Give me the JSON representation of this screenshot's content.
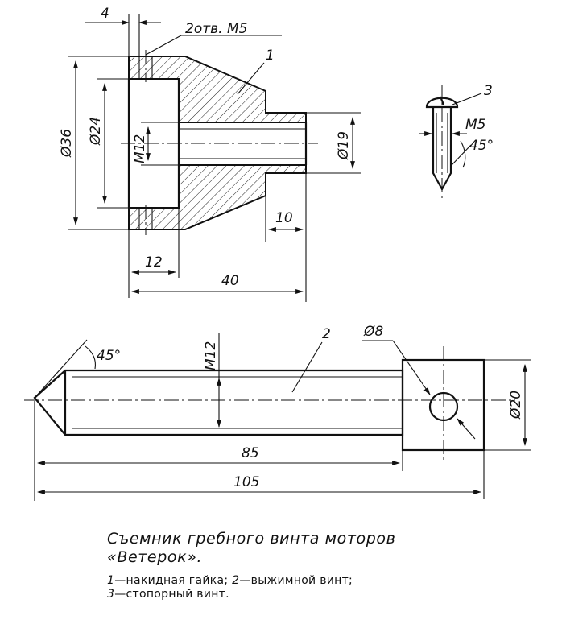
{
  "drawing": {
    "nut": {
      "dims": {
        "hole_width": "4",
        "holes_note": "2отв. М5",
        "part_number": "1",
        "outer_diameter": "Ø36",
        "bore_diameter": "Ø24",
        "thread": "М12",
        "neck_diameter": "Ø19",
        "neck_length": "10",
        "flange_length": "12",
        "total_length": "40"
      }
    },
    "stop_screw": {
      "dims": {
        "part_number": "3",
        "thread": "М5",
        "angle": "45°"
      }
    },
    "press_screw": {
      "dims": {
        "part_number": "2",
        "tip_angle": "45°",
        "thread": "М12",
        "hole_diameter": "Ø8",
        "head_size": "Ø20",
        "shaft_length": "85",
        "total_length": "105"
      }
    }
  },
  "caption": {
    "title_line1": "Съемник гребного винта моторов",
    "title_line2": "«Ветерок».",
    "legend": [
      {
        "num": "1",
        "text": "—накидная гайка;"
      },
      {
        "num": "2",
        "text": "—выжимной винт;"
      },
      {
        "num": "3",
        "text": "—стопорный винт."
      }
    ]
  }
}
